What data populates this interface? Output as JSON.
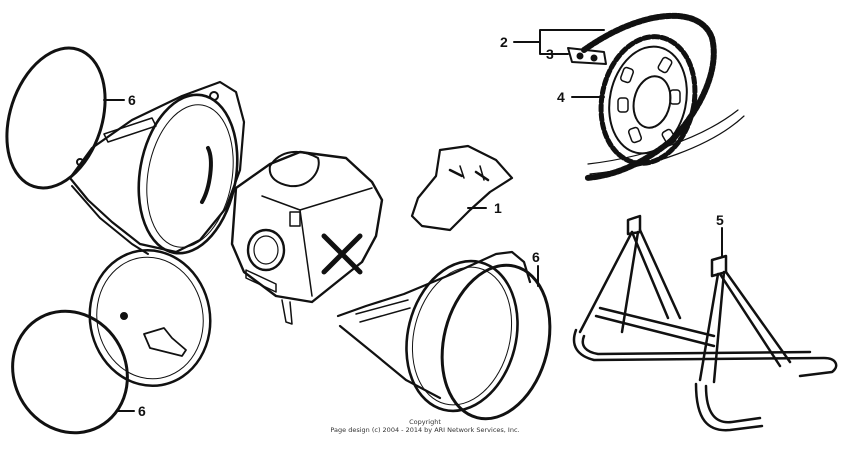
{
  "labels": {
    "part_1": "1",
    "part_2": "2",
    "part_3": "3",
    "part_4": "4",
    "part_5": "5",
    "part_6_top_left": "6",
    "part_6_center": "6",
    "part_6_bottom_left": "6"
  },
  "footer": {
    "line1": "Copyright",
    "line2": "Page design (c) 2004 - 2014 by ARI Network Services, Inc."
  }
}
